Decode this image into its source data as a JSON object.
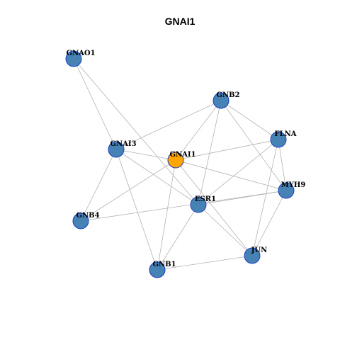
{
  "title": "GNAI1",
  "colors": {
    "edge": "#b3b3b3",
    "node_fill": "#4682b4",
    "center_fill": "#ffa500",
    "node_stroke": "#1f3fbf"
  },
  "nodes": [
    {
      "id": "GNAO1",
      "label": "GNAO1",
      "center": false
    },
    {
      "id": "GNB2",
      "label": "GNB2",
      "center": false
    },
    {
      "id": "FLNA",
      "label": "FLNA",
      "center": false
    },
    {
      "id": "GNAI3",
      "label": "GNAI3",
      "center": false
    },
    {
      "id": "GNAI1",
      "label": "GNAI1",
      "center": true
    },
    {
      "id": "MYH9",
      "label": "MYH9",
      "center": false
    },
    {
      "id": "ESR1",
      "label": "ESR1",
      "center": false
    },
    {
      "id": "GNB4",
      "label": "GNB4",
      "center": false
    },
    {
      "id": "JUN",
      "label": "JUN",
      "center": false
    },
    {
      "id": "GNB1",
      "label": "GNB1",
      "center": false
    }
  ],
  "edges": [
    [
      "GNAO1",
      "GNAI3"
    ],
    [
      "GNAO1",
      "ESR1"
    ],
    [
      "GNB2",
      "GNAI3"
    ],
    [
      "GNB2",
      "GNAI1"
    ],
    [
      "GNB2",
      "FLNA"
    ],
    [
      "GNB2",
      "ESR1"
    ],
    [
      "GNB2",
      "MYH9"
    ],
    [
      "FLNA",
      "GNAI1"
    ],
    [
      "FLNA",
      "ESR1"
    ],
    [
      "FLNA",
      "MYH9"
    ],
    [
      "FLNA",
      "JUN"
    ],
    [
      "GNAI3",
      "GNAI1"
    ],
    [
      "GNAI3",
      "ESR1"
    ],
    [
      "GNAI3",
      "GNB4"
    ],
    [
      "GNAI3",
      "GNB1"
    ],
    [
      "GNAI1",
      "MYH9"
    ],
    [
      "GNAI1",
      "GNB4"
    ],
    [
      "GNAI1",
      "GNB1"
    ],
    [
      "GNAI1",
      "JUN"
    ],
    [
      "ESR1",
      "MYH9"
    ],
    [
      "ESR1",
      "JUN"
    ],
    [
      "ESR1",
      "GNB1"
    ],
    [
      "GNB4",
      "MYH9"
    ],
    [
      "JUN",
      "MYH9"
    ],
    [
      "JUN",
      "GNB1"
    ]
  ]
}
